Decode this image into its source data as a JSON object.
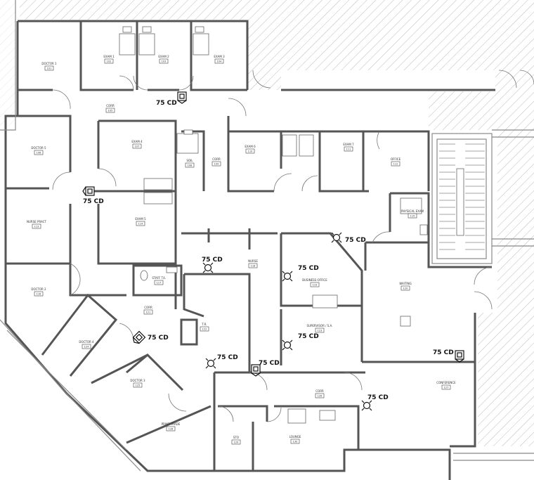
{
  "rooms": [
    {
      "label": "DOCTOR 1",
      "num": "101"
    },
    {
      "label": "EXAM 1",
      "num": "102"
    },
    {
      "label": "EXAM 2",
      "num": "103"
    },
    {
      "label": "EXAM 3",
      "num": "104"
    },
    {
      "label": "CORR",
      "num": "105"
    },
    {
      "label": "DOCTOR 5",
      "num": "106"
    },
    {
      "label": "EXAM 4",
      "num": "107"
    },
    {
      "label": "SOIL",
      "num": "108"
    },
    {
      "label": "CORR",
      "num": "109"
    },
    {
      "label": "EXAM 6",
      "num": "110"
    },
    {
      "label": "EXAM 7",
      "num": "111"
    },
    {
      "label": "OFFICE",
      "num": "112"
    },
    {
      "label": "NURSE PRACT",
      "num": "113"
    },
    {
      "label": "EXAM 5",
      "num": "114"
    },
    {
      "label": "PHYSICAL EXAM",
      "num": "115"
    },
    {
      "label": "DOCTOR 2",
      "num": "116"
    },
    {
      "label": "STAFF T/L",
      "num": "117"
    },
    {
      "label": "NURSE",
      "num": "118"
    },
    {
      "label": "BUSINESS OFFICE",
      "num": "119"
    },
    {
      "label": "WAITING",
      "num": "120"
    },
    {
      "label": "CORR",
      "num": "121"
    },
    {
      "label": "T.R.",
      "num": "122"
    },
    {
      "label": "SUPERVISOR / S.A.",
      "num": "123"
    },
    {
      "label": "DOCTOR 4",
      "num": "124"
    },
    {
      "label": "DOCTOR 3",
      "num": "125"
    },
    {
      "label": "CORR",
      "num": "126"
    },
    {
      "label": "CONFERENCE",
      "num": "127"
    },
    {
      "label": "PRINT TRADE",
      "num": "128"
    },
    {
      "label": "STO",
      "num": "129"
    },
    {
      "label": "LOUNGE",
      "num": "130"
    }
  ],
  "devices": [
    {
      "label": "75 CD",
      "type": "wall"
    },
    {
      "label": "75 CD",
      "type": "wall"
    },
    {
      "label": "75 CD",
      "type": "ceiling"
    },
    {
      "label": "75 CD",
      "type": "ceiling"
    },
    {
      "label": "75 CD",
      "type": "ceiling"
    },
    {
      "label": "75 CD",
      "type": "ceiling"
    },
    {
      "label": "75 CD",
      "type": "wall"
    },
    {
      "label": "75 CD",
      "type": "wall"
    },
    {
      "label": "75 CD",
      "type": "ceiling"
    },
    {
      "label": "75 CD",
      "type": "wall"
    },
    {
      "label": "75 CD",
      "type": "ceiling"
    }
  ]
}
